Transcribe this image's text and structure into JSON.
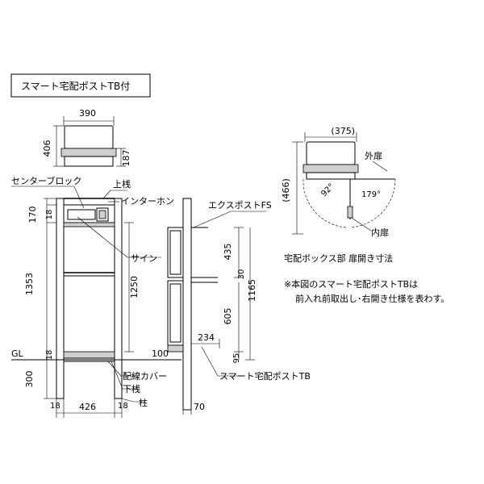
{
  "title": "スマート宅配ポストTB付",
  "top_view": {
    "width": "390",
    "height": "406",
    "side": "187"
  },
  "front_view": {
    "dims": {
      "d170": "170",
      "d18a": "18",
      "d1353": "1353",
      "d1250": "1250",
      "d18b": "18",
      "d300": "300",
      "gl": "GL",
      "d18c": "18",
      "d426": "426",
      "d18d": "18"
    },
    "labels": {
      "center_block": "センターブロック",
      "upper_rail": "上桟",
      "intercom": "インターホン",
      "sign": "サイン",
      "wiring_cover": "配線カバー",
      "lower_rail": "下桟",
      "pillar": "柱"
    }
  },
  "side_view": {
    "dims": {
      "d435": "435",
      "d30": "30",
      "d1165": "1165",
      "d605": "605",
      "d234": "234",
      "d100": "100",
      "d95": "95",
      "d70": "70"
    },
    "labels": {
      "expost": "エクスポストFS",
      "smart_post": "スマート宅配ポストTB"
    }
  },
  "door_view": {
    "dims": {
      "d375": "(375)",
      "d466": "(466)",
      "a92": "92°",
      "a179": "179°"
    },
    "labels": {
      "outer_door": "外扉",
      "inner_door": "内扉",
      "caption": "宅配ボックス部 扉開き寸法"
    }
  },
  "notes": {
    "line1": "※本図のスマート宅配ポストTBは",
    "line2": "前入れ前取出し･右開き仕様を表わす。"
  }
}
